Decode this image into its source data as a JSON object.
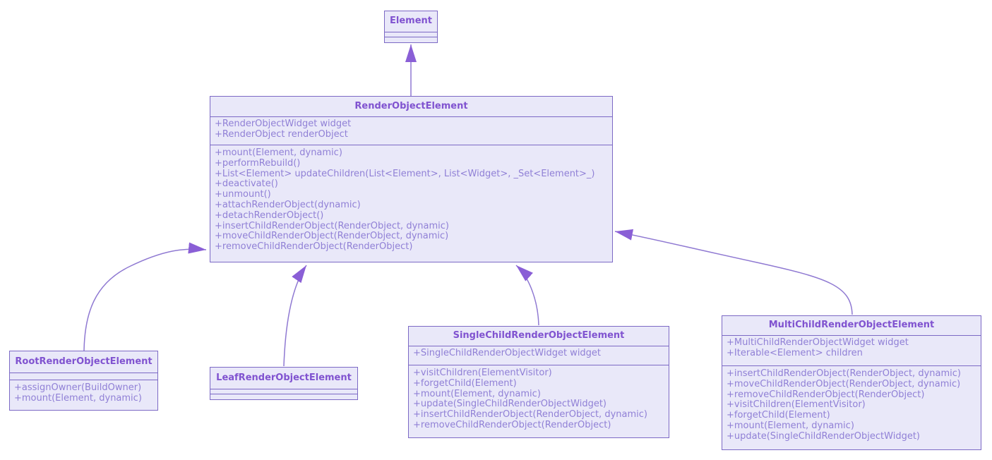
{
  "diagram": {
    "kind": "uml-class-diagram",
    "colors": {
      "background": "#ffffff",
      "node_fill": "#e9e8f9",
      "node_border": "#7c69c5",
      "title_text": "#8053d0",
      "member_text": "#9080d6",
      "edge_line": "#8f79d2",
      "edge_head": "#8a5fd6"
    },
    "classes": [
      {
        "id": "element",
        "name": "Element",
        "attributes": [],
        "methods": []
      },
      {
        "id": "render-object-element",
        "name": "RenderObjectElement",
        "attributes": [
          "+RenderObjectWidget widget",
          "+RenderObject renderObject"
        ],
        "methods": [
          "+mount(Element, dynamic)",
          "+performRebuild()",
          "+List<Element> updateChildren(List<Element>, List<Widget>, _Set<Element>_)",
          "+deactivate()",
          "+unmount()",
          "+attachRenderObject(dynamic)",
          "+detachRenderObject()",
          "+insertChildRenderObject(RenderObject, dynamic)",
          "+moveChildRenderObject(RenderObject, dynamic)",
          "+removeChildRenderObject(RenderObject)"
        ]
      },
      {
        "id": "root-render-object-element",
        "name": "RootRenderObjectElement",
        "attributes": [],
        "methods": [
          "+assignOwner(BuildOwner)",
          "+mount(Element, dynamic)"
        ]
      },
      {
        "id": "leaf-render-object-element",
        "name": "LeafRenderObjectElement",
        "attributes": [],
        "methods": []
      },
      {
        "id": "single-child-render-object-element",
        "name": "SingleChildRenderObjectElement",
        "attributes": [
          "+SingleChildRenderObjectWidget widget"
        ],
        "methods": [
          "+visitChildren(ElementVisitor)",
          "+forgetChild(Element)",
          "+mount(Element, dynamic)",
          "+update(SingleChildRenderObjectWidget)",
          "+insertChildRenderObject(RenderObject, dynamic)",
          "+removeChildRenderObject(RenderObject)"
        ]
      },
      {
        "id": "multi-child-render-object-element",
        "name": "MultiChildRenderObjectElement",
        "attributes": [
          "+MultiChildRenderObjectWidget widget",
          "+Iterable<Element> children"
        ],
        "methods": [
          "+insertChildRenderObject(RenderObject, dynamic)",
          "+moveChildRenderObject(RenderObject, dynamic)",
          "+removeChildRenderObject(RenderObject)",
          "+visitChildren(ElementVisitor)",
          "+forgetChild(Element)",
          "+mount(Element, dynamic)",
          "+update(SingleChildRenderObjectWidget)"
        ]
      }
    ],
    "relations": [
      {
        "from": "RenderObjectElement",
        "to": "Element",
        "type": "generalization"
      },
      {
        "from": "RootRenderObjectElement",
        "to": "RenderObjectElement",
        "type": "generalization"
      },
      {
        "from": "LeafRenderObjectElement",
        "to": "RenderObjectElement",
        "type": "generalization"
      },
      {
        "from": "SingleChildRenderObjectElement",
        "to": "RenderObjectElement",
        "type": "generalization"
      },
      {
        "from": "MultiChildRenderObjectElement",
        "to": "RenderObjectElement",
        "type": "generalization"
      }
    ]
  }
}
